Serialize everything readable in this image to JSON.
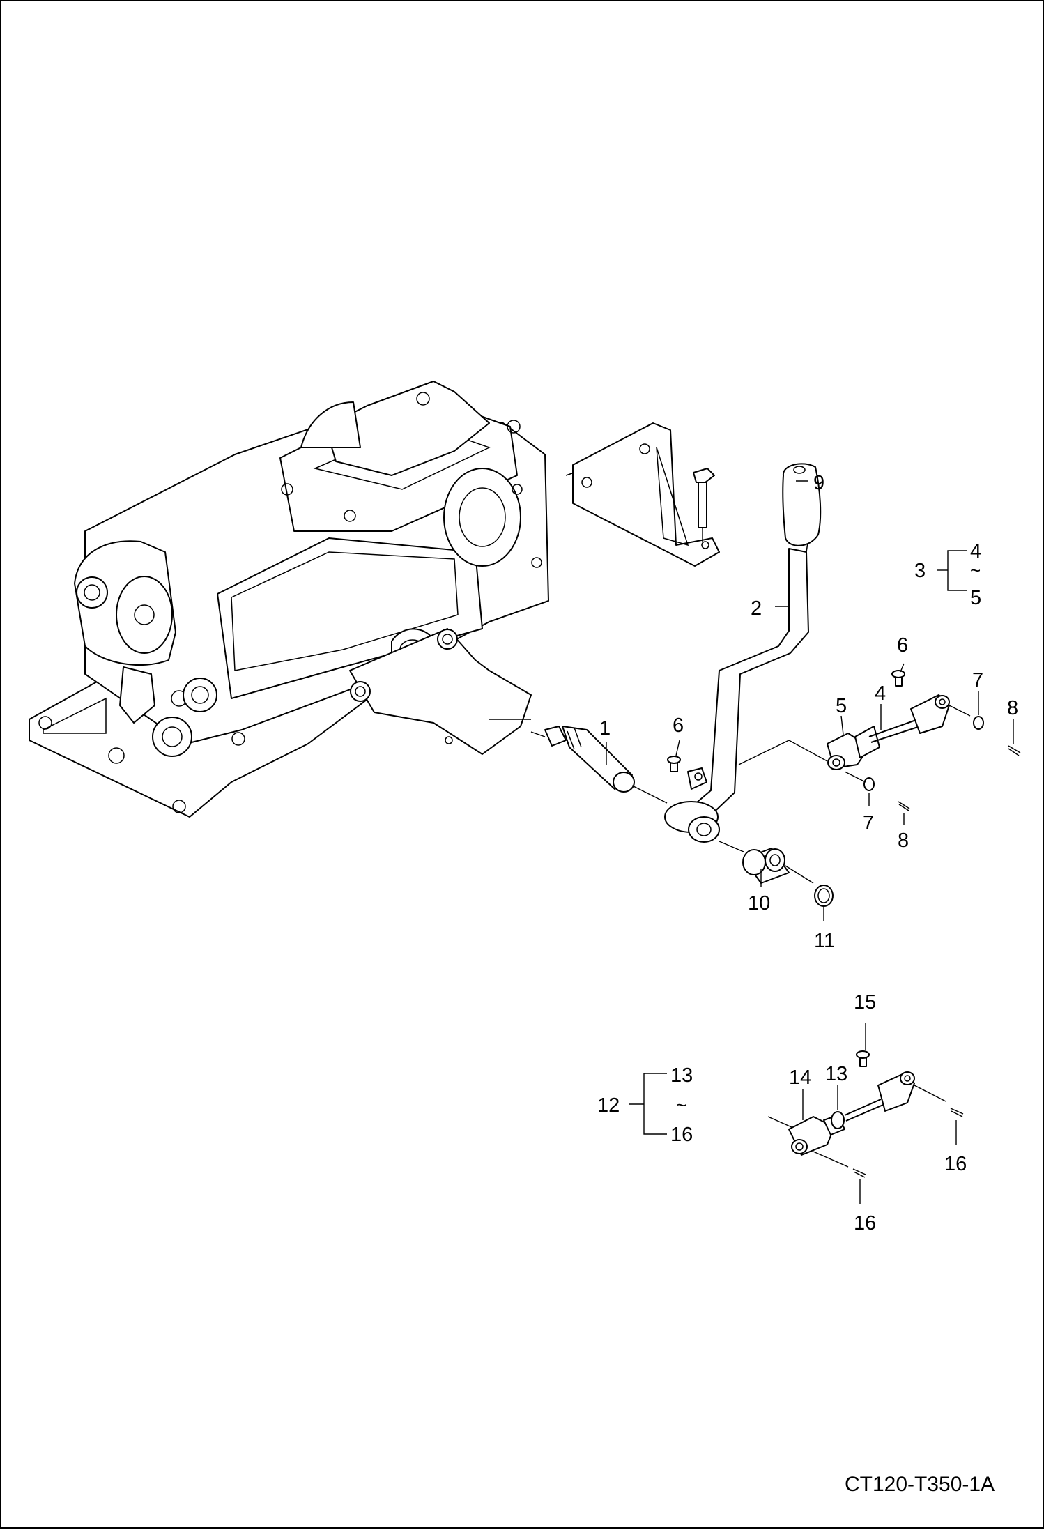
{
  "drawing_code": "CT120-T350-1A",
  "callouts": {
    "p1": "1",
    "p2": "2",
    "p3": "3",
    "p4": "4",
    "p5": "5",
    "p6": "6",
    "p7": "7",
    "p8": "8",
    "p9": "9",
    "p10": "10",
    "p11": "11",
    "p12": "12",
    "p13": "13",
    "p14": "14",
    "p15": "15",
    "p16": "16"
  },
  "range_symbol": "~"
}
